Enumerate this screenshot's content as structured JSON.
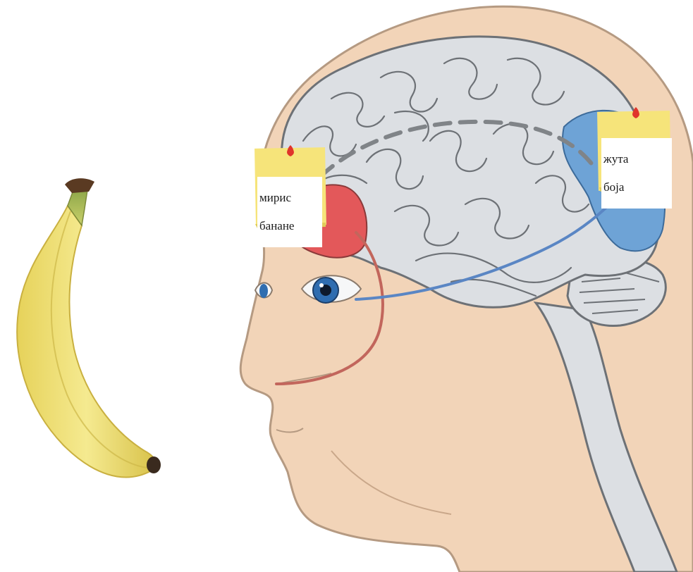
{
  "notes": {
    "smell": {
      "line1": "мирис",
      "line2": "банане"
    },
    "color": {
      "line1": "жута",
      "line2": "боја"
    }
  },
  "colors": {
    "skin": "#f2d4b8",
    "skin_outline": "#b59a82",
    "brain": "#dcdfe3",
    "brain_outline": "#6d7176",
    "olfactory_region": "#e3585a",
    "visual_region": "#6ea3d6",
    "smell_path": "#c2665c",
    "vision_path": "#5a86c4",
    "sticky_note": "#f6e47a",
    "pin": "#e0342b",
    "banana": "#efe07a",
    "banana_tip": "#5a3a22",
    "iris": "#2f6db0"
  },
  "icons": [
    "pushpin-icon",
    "pushpin-icon"
  ]
}
